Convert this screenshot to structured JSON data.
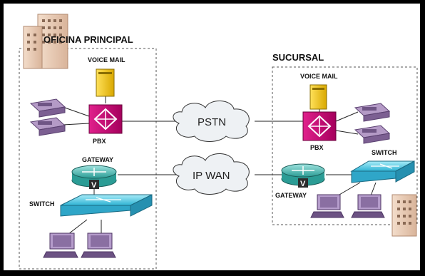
{
  "sites": {
    "main": {
      "title": "OFICINA PRINCIPAL"
    },
    "branch": {
      "title": "SUCURSAL"
    }
  },
  "devices": {
    "main_voicemail": "VOICE MAIL",
    "main_pbx": "PBX",
    "main_gateway": "GATEWAY",
    "main_switch": "SWITCH",
    "branch_voicemail": "VOICE MAIL",
    "branch_pbx": "PBX",
    "branch_gateway": "GATEWAY",
    "branch_switch": "SWITCH",
    "gateway_glyph": "V"
  },
  "networks": {
    "pstn": "PSTN",
    "ipwan": "IP WAN"
  },
  "colors": {
    "pbx": "#d4007a",
    "voicemail": "#f2c500",
    "router": "#4bbfb8",
    "switch": "#3ec3e0",
    "phone": "#9a7fb0",
    "pc": "#8e6fa6",
    "building": "#e9c9b0"
  }
}
